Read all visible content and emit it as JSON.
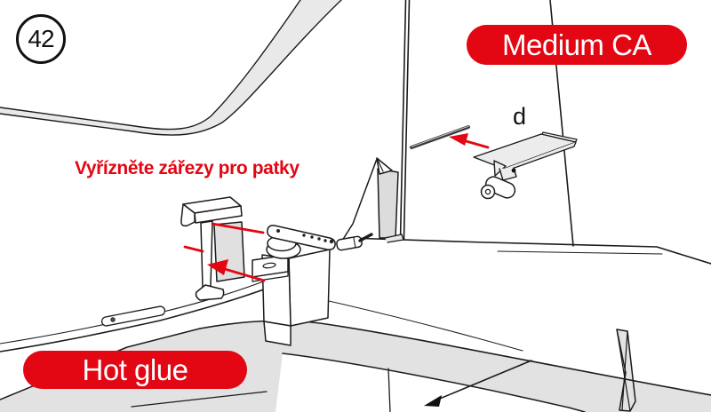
{
  "step": {
    "number": "42"
  },
  "badges": {
    "medium_ca": "Medium CA",
    "hot_glue": "Hot glue"
  },
  "annotations": {
    "cut_notches": "Vyřízněte zářezy pro patky",
    "part_label": "d"
  },
  "colors": {
    "accent_red": "#e30613",
    "line_black": "#1b1b1b",
    "fill_gray": "#e5e5e5",
    "background": "#ffffff"
  }
}
